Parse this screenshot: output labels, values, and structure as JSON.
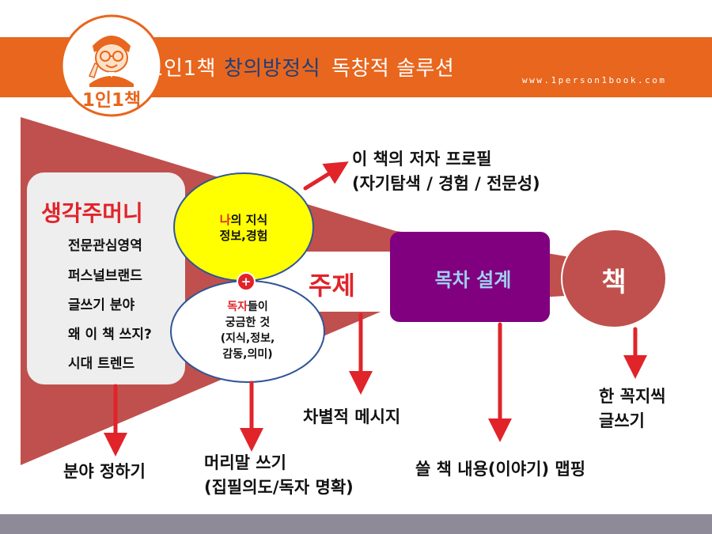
{
  "header": {
    "title_part1": "1인1책",
    "title_part2": "창의방정식",
    "title_part3": "독창적 솔루션",
    "url": "www.1person1book.com",
    "logo_text": "1인1책"
  },
  "left_box": {
    "title": "생각주머니",
    "items": [
      "전문관심영역",
      "퍼스널브랜드",
      "글쓰기 분야",
      "왜 이 책 쓰지?",
      "시대 트렌드"
    ]
  },
  "ellipse_knowledge": {
    "highlight": "나",
    "line1_rest": "의 지식",
    "line2": "정보,경험"
  },
  "ellipse_reader": {
    "highlight": "독자",
    "line1_rest": "들이",
    "line2": "궁금한 것",
    "line3": "(지식,정보,",
    "line4": "감동,의미)"
  },
  "plus_badge": "+",
  "subject_label": "주제",
  "toc_label": "목차 설계",
  "book_label": "책",
  "labels": {
    "author_profile_1": "이 책의 저자 프로필",
    "author_profile_2": "(자기탐색 / 경험 / 전문성)",
    "field": "분야 정하기",
    "preface_1": "머리말 쓰기",
    "preface_2": "(집필의도/독자 명확)",
    "message": "차별적 메시지",
    "mapping": "쓸 책 내용(이야기) 맵핑",
    "chapter_1": "한 꼭지씩",
    "chapter_2": "글쓰기"
  },
  "colors": {
    "header_orange": "#e8661d",
    "funnel_red": "#c0504d",
    "toc_purple": "#800080",
    "accent_red": "#e0242a",
    "knowledge_yellow": "#ffff00",
    "footer_gray": "#8e8a98"
  }
}
